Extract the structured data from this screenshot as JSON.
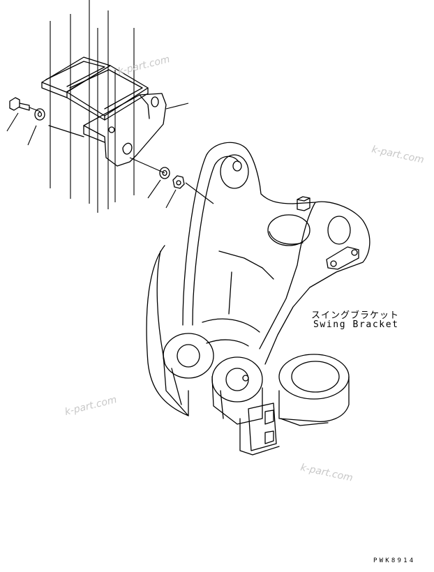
{
  "labels": {
    "japanese": "スイングブラケット",
    "english": "Swing Bracket",
    "drawing_code": "PWK8914"
  },
  "watermark": {
    "text": "k-part.com",
    "color": "#c8c8c8"
  },
  "colors": {
    "line": "#000000",
    "background": "#ffffff"
  }
}
